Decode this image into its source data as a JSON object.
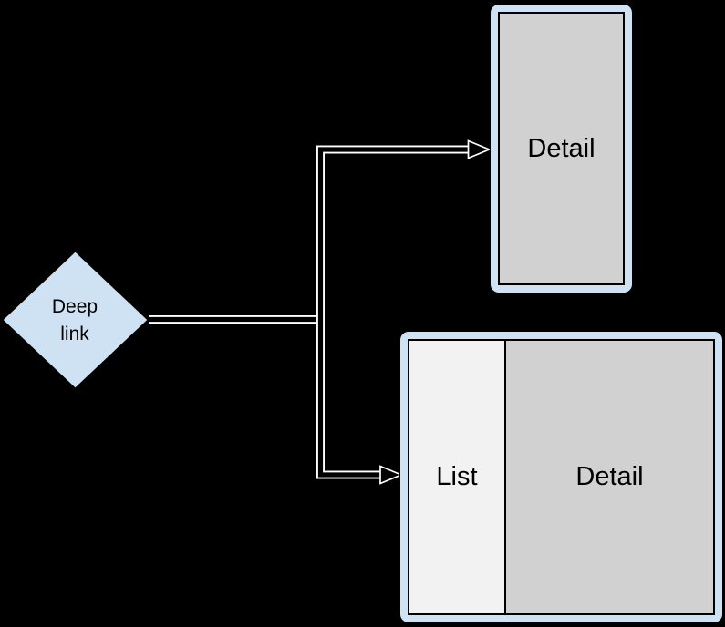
{
  "colors": {
    "background": "#000000",
    "node_fill_blue": "#cfe2f3",
    "detail_pane_gray": "#d1d1d1",
    "list_pane_gray": "#f2f2f2",
    "connector_white": "#ffffff",
    "text_black": "#000000"
  },
  "deep_link_node": {
    "label": "Deep\nlink"
  },
  "phone_frame": {
    "label": "Detail"
  },
  "list_detail_frame": {
    "list_label": "List",
    "detail_label": "Detail"
  }
}
